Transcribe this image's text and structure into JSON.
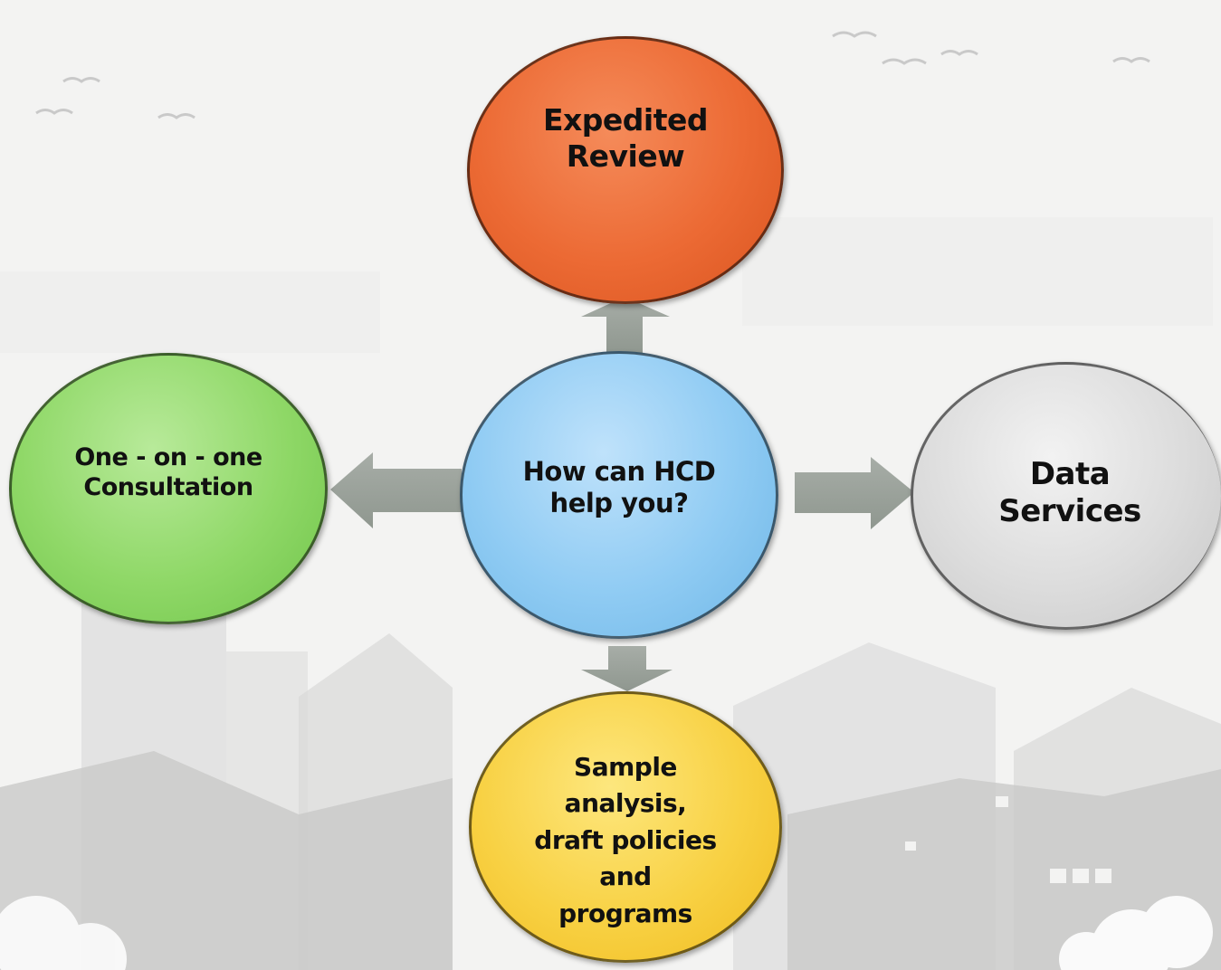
{
  "diagram": {
    "center": {
      "label": "How can HCD\nhelp you?"
    },
    "nodes": {
      "top": {
        "label": "Expedited\nReview"
      },
      "left": {
        "label": "One - on - one\nConsultation"
      },
      "right": {
        "label": "Data\nServices"
      },
      "bottom": {
        "label": "Sample\nanalysis,\ndraft policies\nand\nprograms"
      }
    }
  },
  "colors": {
    "center": "#8fcbf3",
    "top": "#ec6a34",
    "left": "#8fd867",
    "right": "#dcdcdc",
    "bottom": "#f8d143",
    "arrow": "#9aa39a",
    "background": "#f2f2f1"
  }
}
